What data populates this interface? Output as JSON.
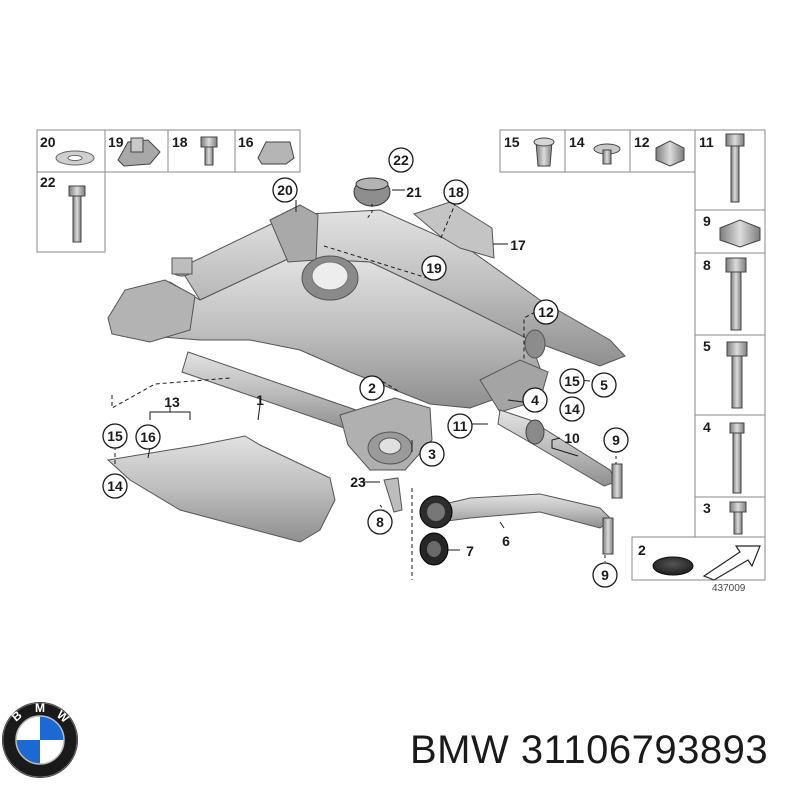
{
  "caption": {
    "brand": "BMW",
    "part_number": "31106793893",
    "figure_number": "437009"
  },
  "logo": {
    "letters": [
      "B",
      "M",
      "W"
    ]
  },
  "kit_boxes_left": [
    {
      "label": "20"
    },
    {
      "label": "19"
    },
    {
      "label": "18"
    },
    {
      "label": "16"
    },
    {
      "label": "22"
    }
  ],
  "kit_boxes_right": [
    {
      "label": "15"
    },
    {
      "label": "14"
    },
    {
      "label": "12"
    },
    {
      "label": "11"
    },
    {
      "label": "9"
    },
    {
      "label": "8"
    },
    {
      "label": "5"
    },
    {
      "label": "4"
    },
    {
      "label": "3"
    },
    {
      "label": "2"
    }
  ],
  "callouts": [
    {
      "label": "22",
      "circle": true
    },
    {
      "label": "21",
      "circle": false
    },
    {
      "label": "20",
      "circle": true
    },
    {
      "label": "18",
      "circle": true
    },
    {
      "label": "17",
      "circle": false
    },
    {
      "label": "19",
      "circle": true
    },
    {
      "label": "12",
      "circle": true
    },
    {
      "label": "13",
      "circle": false
    },
    {
      "label": "1",
      "circle": false
    },
    {
      "label": "2",
      "circle": true
    },
    {
      "label": "15",
      "circle": true
    },
    {
      "label": "5",
      "circle": true
    },
    {
      "label": "4",
      "circle": true
    },
    {
      "label": "14",
      "circle": true
    },
    {
      "label": "11",
      "circle": true
    },
    {
      "label": "15",
      "circle": true
    },
    {
      "label": "16",
      "circle": true
    },
    {
      "label": "14",
      "circle": true
    },
    {
      "label": "3",
      "circle": true
    },
    {
      "label": "10",
      "circle": false
    },
    {
      "label": "9",
      "circle": true
    },
    {
      "label": "23",
      "circle": false
    },
    {
      "label": "8",
      "circle": true
    },
    {
      "label": "6",
      "circle": false
    },
    {
      "label": "7",
      "circle": false
    },
    {
      "label": "9",
      "circle": true
    }
  ],
  "colors": {
    "line": "#1a1a1a",
    "part_fill": "#c9c9c9",
    "part_dark": "#8a8a8a",
    "box_stroke": "#7a7a7a",
    "logo_blue": "#1c69d4"
  }
}
